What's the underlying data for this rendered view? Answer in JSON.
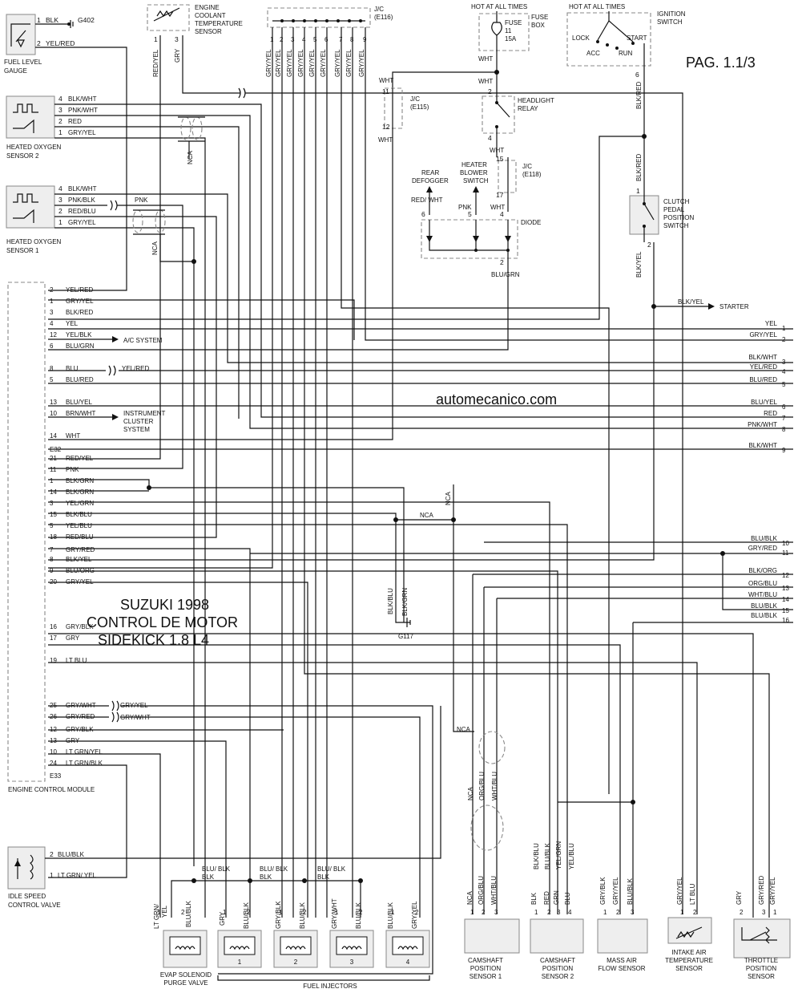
{
  "page": {
    "label": "PAG. 1.1/3",
    "watermark": "automecanico.com"
  },
  "title": {
    "line1": "SUZUKI 1998",
    "line2": "CONTROL DE MOTOR",
    "line3": "SIDEKICK 1.8 L4"
  },
  "power": {
    "hot1": "HOT AT ALL TIMES",
    "hot2": "HOT AT ALL TIMES"
  },
  "components": {
    "fuel_gauge": [
      "FUEL LEVEL",
      "GAUGE"
    ],
    "ect_sensor": [
      "ENGINE",
      "COOLANT",
      "TEMPERATURE",
      "SENSOR"
    ],
    "jc_e116": [
      "J/C",
      "(E116)"
    ],
    "fuse_box": [
      "FUSE",
      "11",
      "15A",
      "FUSE",
      "BOX"
    ],
    "ignition_switch": [
      "IGNITION",
      "SWITCH",
      "LOCK",
      "ACC",
      "RUN",
      "START"
    ],
    "ho2s2": [
      "HEATED OXYGEN",
      "SENSOR 2"
    ],
    "ho2s1": [
      "HEATED OXYGEN",
      "SENSOR 1"
    ],
    "jc_e115": [
      "J/C",
      "(E115)"
    ],
    "headlight_relay": [
      "HEADLIGHT",
      "RELAY"
    ],
    "jc_e118": [
      "J/C",
      "(E118)"
    ],
    "rear_defogger": [
      "REAR",
      "DEFOGGER"
    ],
    "heater_blower": [
      "HEATER",
      "BLOWER",
      "SWITCH"
    ],
    "diode": "DIODE",
    "clutch_switch": [
      "CLUTCH",
      "PEDAL",
      "POSITION",
      "SWITCH"
    ],
    "starter": "STARTER",
    "ecm": "ENGINE CONTROL MODULE",
    "ecm_e32": "E32",
    "ecm_e33": "E33",
    "ac_system": "A/C SYSTEM",
    "instrument_cluster": [
      "INSTRUMENT",
      "CLUSTER",
      "SYSTEM"
    ],
    "ground_g402": "G402",
    "ground_g117": "G117",
    "iac_valve": [
      "IDLE SPEED",
      "CONTROL VALVE"
    ],
    "evap_valve": [
      "EVAP SOLENOID",
      "PURGE VALVE"
    ],
    "fuel_injectors": "FUEL INJECTORS",
    "cmp1": [
      "CAMSHAFT",
      "POSITION",
      "SENSOR 1"
    ],
    "cmp2": [
      "CAMSHAFT",
      "POSITION",
      "SENSOR 2"
    ],
    "maf": [
      "MASS AIR",
      "FLOW SENSOR"
    ],
    "iat": [
      "INTAKE AIR",
      "TEMPERATURE",
      "SENSOR"
    ],
    "tps": [
      "THROTTLE",
      "POSITION",
      "SENSOR"
    ]
  },
  "ecm_e32_pins": [
    {
      "pin": "2",
      "color": "YEL/RED"
    },
    {
      "pin": "1",
      "color": "GRY/YEL"
    },
    {
      "pin": "3",
      "color": "BLK/RED"
    },
    {
      "pin": "4",
      "color": "YEL"
    },
    {
      "pin": "12",
      "color": "YEL/BLK"
    },
    {
      "pin": "6",
      "color": "BLU/GRN"
    },
    {
      "pin": "8",
      "color": "BLU"
    },
    {
      "pin": "5",
      "color": "BLU/RED"
    },
    {
      "pin": "13",
      "color": "BLU/YEL"
    },
    {
      "pin": "10",
      "color": "BRN/WHT"
    },
    {
      "pin": "14",
      "color": "WHT"
    }
  ],
  "ecm_mid_pins": [
    {
      "pin": "21",
      "color": "RED/YEL"
    },
    {
      "pin": "11",
      "color": "PNK"
    },
    {
      "pin": "1",
      "color": "BLK/GRN"
    },
    {
      "pin": "14",
      "color": "BLK/GRN"
    },
    {
      "pin": "3",
      "color": "YEL/GRN"
    },
    {
      "pin": "15",
      "color": "BLK/BLU"
    },
    {
      "pin": "5",
      "color": "YEL/BLU"
    },
    {
      "pin": "18",
      "color": "RED/BLU"
    },
    {
      "pin": "7",
      "color": "GRY/RED"
    },
    {
      "pin": "8",
      "color": "BLK/YEL"
    },
    {
      "pin": "9",
      "color": "BLU/ORG"
    },
    {
      "pin": "20",
      "color": "GRY/YEL"
    }
  ],
  "ecm_low_pins": [
    {
      "pin": "16",
      "color": "GRY/BLK"
    },
    {
      "pin": "17",
      "color": "GRY"
    },
    {
      "pin": "19",
      "color": "LT BLU"
    },
    {
      "pin": "25",
      "color": "GRY/WHT"
    },
    {
      "pin": "26",
      "color": "GRY/RED"
    },
    {
      "pin": "12",
      "color": "GRY/BLK"
    },
    {
      "pin": "13",
      "color": "GRY"
    },
    {
      "pin": "10",
      "color": "LT GRN/YEL"
    },
    {
      "pin": "24",
      "color": "LT GRN/BLK"
    }
  ],
  "right_connectors": [
    {
      "color": "YEL",
      "num": "1"
    },
    {
      "color": "GRY/YEL",
      "num": "2"
    },
    {
      "color": "BLK/WHT",
      "num": "3"
    },
    {
      "color": "YEL/RED",
      "num": "4"
    },
    {
      "color": "BLU/RED",
      "num": "5"
    },
    {
      "color": "BLU/YEL",
      "num": "6"
    },
    {
      "color": "RED",
      "num": "7"
    },
    {
      "color": "PNK/WHT",
      "num": "8"
    },
    {
      "color": "BLK/WHT",
      "num": "9"
    },
    {
      "color": "BLU/BLK",
      "num": "10"
    },
    {
      "color": "GRY/RED",
      "num": "11"
    },
    {
      "color": "BLK/ORG",
      "num": "12"
    },
    {
      "color": "ORG/BLU",
      "num": "13"
    },
    {
      "color": "WHT/BLU",
      "num": "14"
    },
    {
      "color": "BLU/BLK",
      "num": "15"
    },
    {
      "color": "BLU/BLK",
      "num": "16"
    }
  ],
  "wire_labels": {
    "blk": "BLK",
    "yel_red": "YEL/RED",
    "red_yel": "RED/YEL",
    "gry": "GRY",
    "blk_wht": "BLK/WHT",
    "pnk_wht": "PNK/WHT",
    "red": "RED",
    "gry_yel": "GRY/YEL",
    "pnk_blk": "PNK/BLK",
    "red_blu": "RED/BLU",
    "pnk": "PNK",
    "nca": "NCA",
    "wht": "WHT",
    "blk_red": "BLK/RED",
    "blk_yel": "BLK/YEL",
    "blu_grn": "BLU/GRN",
    "red_wht": "RED/ WHT",
    "blk_blu": "BLK/BLU",
    "blk_grn": "BLK/GRN",
    "gry_wht": "GRY/WHT",
    "blu_blk": "BLU/ BLK",
    "blu_blk2": "BLU/BLK",
    "lt_grn_yel": "LT GRN/ YEL",
    "gry_blk": "GRY/BLK",
    "org_blu": "ORG/BLU",
    "wht_blu": "WHT/BLU",
    "blk_grn2": "BLK/BLU",
    "yel_grn": "YEL/GRN",
    "blu": "BLU",
    "gry_red": "GRY/RED",
    "lt_blu": "LT BLU"
  }
}
